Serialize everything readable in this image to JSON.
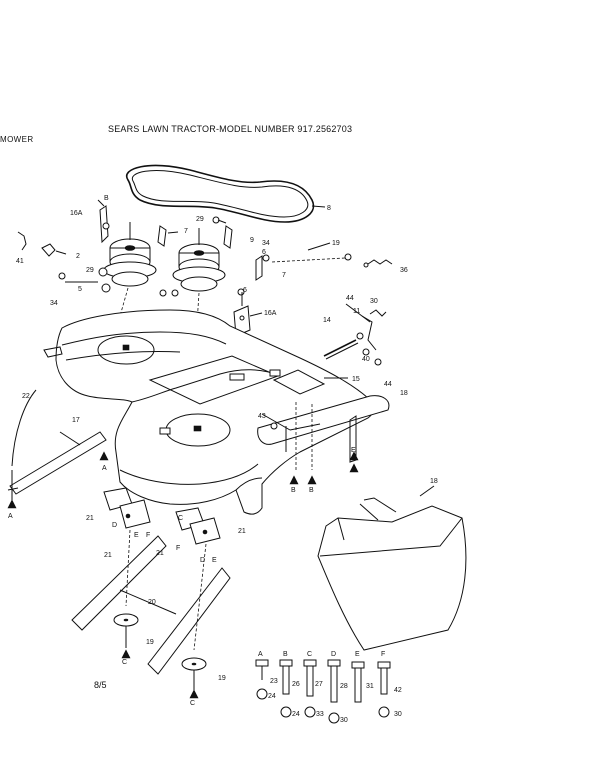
{
  "document": {
    "title": "SEARS LAWN TRACTOR-MODEL NUMBER 917.2562703",
    "section": "MOWER",
    "page_code": "8/5"
  },
  "callouts": {
    "belt": "8",
    "bracket_16a_left": "16A",
    "bracket_16a_right": "16A",
    "p41": "41",
    "p2": "2",
    "p29_left": "29",
    "p29_top": "29",
    "p5": "5",
    "p34_left": "34",
    "p34_top": "34",
    "p7_top": "7",
    "p7_right": "7",
    "p6_top": "6",
    "p6_right": "6",
    "p9": "9",
    "p19_top": "19",
    "p36": "36",
    "p44_top": "44",
    "p30_top": "30",
    "p11": "11",
    "p14": "14",
    "p40": "40",
    "p44_bottom": "44",
    "p15": "15",
    "p18_right": "18",
    "p22": "22",
    "p17": "17",
    "p43": "43",
    "p21_a": "21",
    "p21_b": "21",
    "p21_c": "21",
    "p21_d": "21",
    "p20": "20",
    "p19_left": "19",
    "p19_right": "19",
    "p18_chute": "18"
  },
  "reference_letters": {
    "a_left": "A",
    "a_mid": "A",
    "b_1": "B",
    "b_2": "B",
    "d_1": "D",
    "e_1": "E",
    "e_2": "E",
    "f_1": "F",
    "f_2": "F",
    "d_2": "D",
    "c_left": "C",
    "c_right": "C",
    "b_top": "B",
    "e_right": "E",
    "c_mid": "C"
  },
  "hardware_key": {
    "columns": [
      {
        "letter": "A",
        "bolt": "23",
        "nut": "24"
      },
      {
        "letter": "B",
        "bolt": "26",
        "nut": "24"
      },
      {
        "letter": "C",
        "bolt": "27",
        "nut": "33"
      },
      {
        "letter": "D",
        "bolt": "28",
        "nut": "30"
      },
      {
        "letter": "E",
        "bolt": "31",
        "nut": ""
      },
      {
        "letter": "F",
        "bolt": "42",
        "nut": "30"
      }
    ]
  }
}
